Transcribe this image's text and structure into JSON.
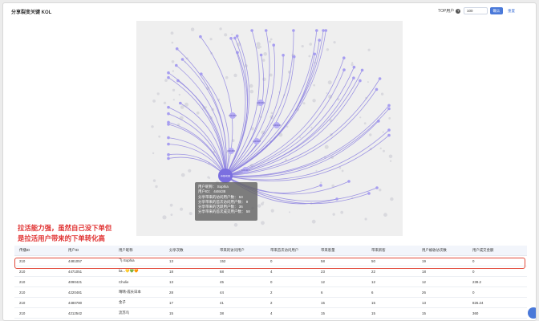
{
  "header": {
    "title": "分享裂变关键 KOL",
    "topn_label": "TOP用户",
    "topn_value": "100",
    "confirm_label": "确认",
    "reset_label": "重置"
  },
  "graph": {
    "center_label": "448438",
    "satellites": [
      {
        "label": "4431054"
      },
      {
        "label": "4431028"
      },
      {
        "label": "4431062"
      },
      {
        "label": "4431084"
      },
      {
        "label": "4431046"
      },
      {
        "label": "4431017"
      }
    ]
  },
  "tooltip": {
    "lines": [
      "用户昵称：  Sophia",
      "用户ID：  448438",
      "分享带来的访问用户数：  53",
      "分享带来的首次访问用户数：  9",
      "分享带来的活跃用户数：  36",
      "分享带来的首次成交用户数：  58"
    ]
  },
  "annotation": {
    "line1": "拉活能力强，虽然自己没下单但",
    "line2": "是拉活用户带来的下单转化高"
  },
  "table": {
    "columns": [
      "传播ID",
      "用户ID",
      "用户昵称",
      "分享次数",
      "带来的访问用户",
      "带来首次访问用户",
      "带来客量",
      "带来新客",
      "用户被收访次数",
      "用户成交金额"
    ],
    "rows": [
      [
        "210",
        "4481057",
        "飞·Sophia",
        "13",
        "152",
        "0",
        "58",
        "50",
        "19",
        "0"
      ],
      [
        "210",
        "4471051",
        "lia...💛💚🧡",
        "18",
        "68",
        "4",
        "23",
        "22",
        "18",
        "0"
      ],
      [
        "210",
        "4090421",
        "Cholie",
        "13",
        "45",
        "0",
        "12",
        "12",
        "12",
        "239.2"
      ],
      [
        "210",
        "4220481",
        "晴晴-成长日本",
        "28",
        "44",
        "2",
        "6",
        "6",
        "26",
        "0"
      ],
      [
        "210",
        "4480780",
        "金子",
        "17",
        "41",
        "2",
        "15",
        "15",
        "13",
        "826.24"
      ],
      [
        "210",
        "4212542",
        "流苏鸟",
        "15",
        "38",
        "4",
        "15",
        "15",
        "15",
        "360"
      ]
    ]
  },
  "colors": {
    "accent": "#4a79d9",
    "edge": "#8b7fe0",
    "highlight": "#e24a3a",
    "annotation": "#e03030"
  }
}
